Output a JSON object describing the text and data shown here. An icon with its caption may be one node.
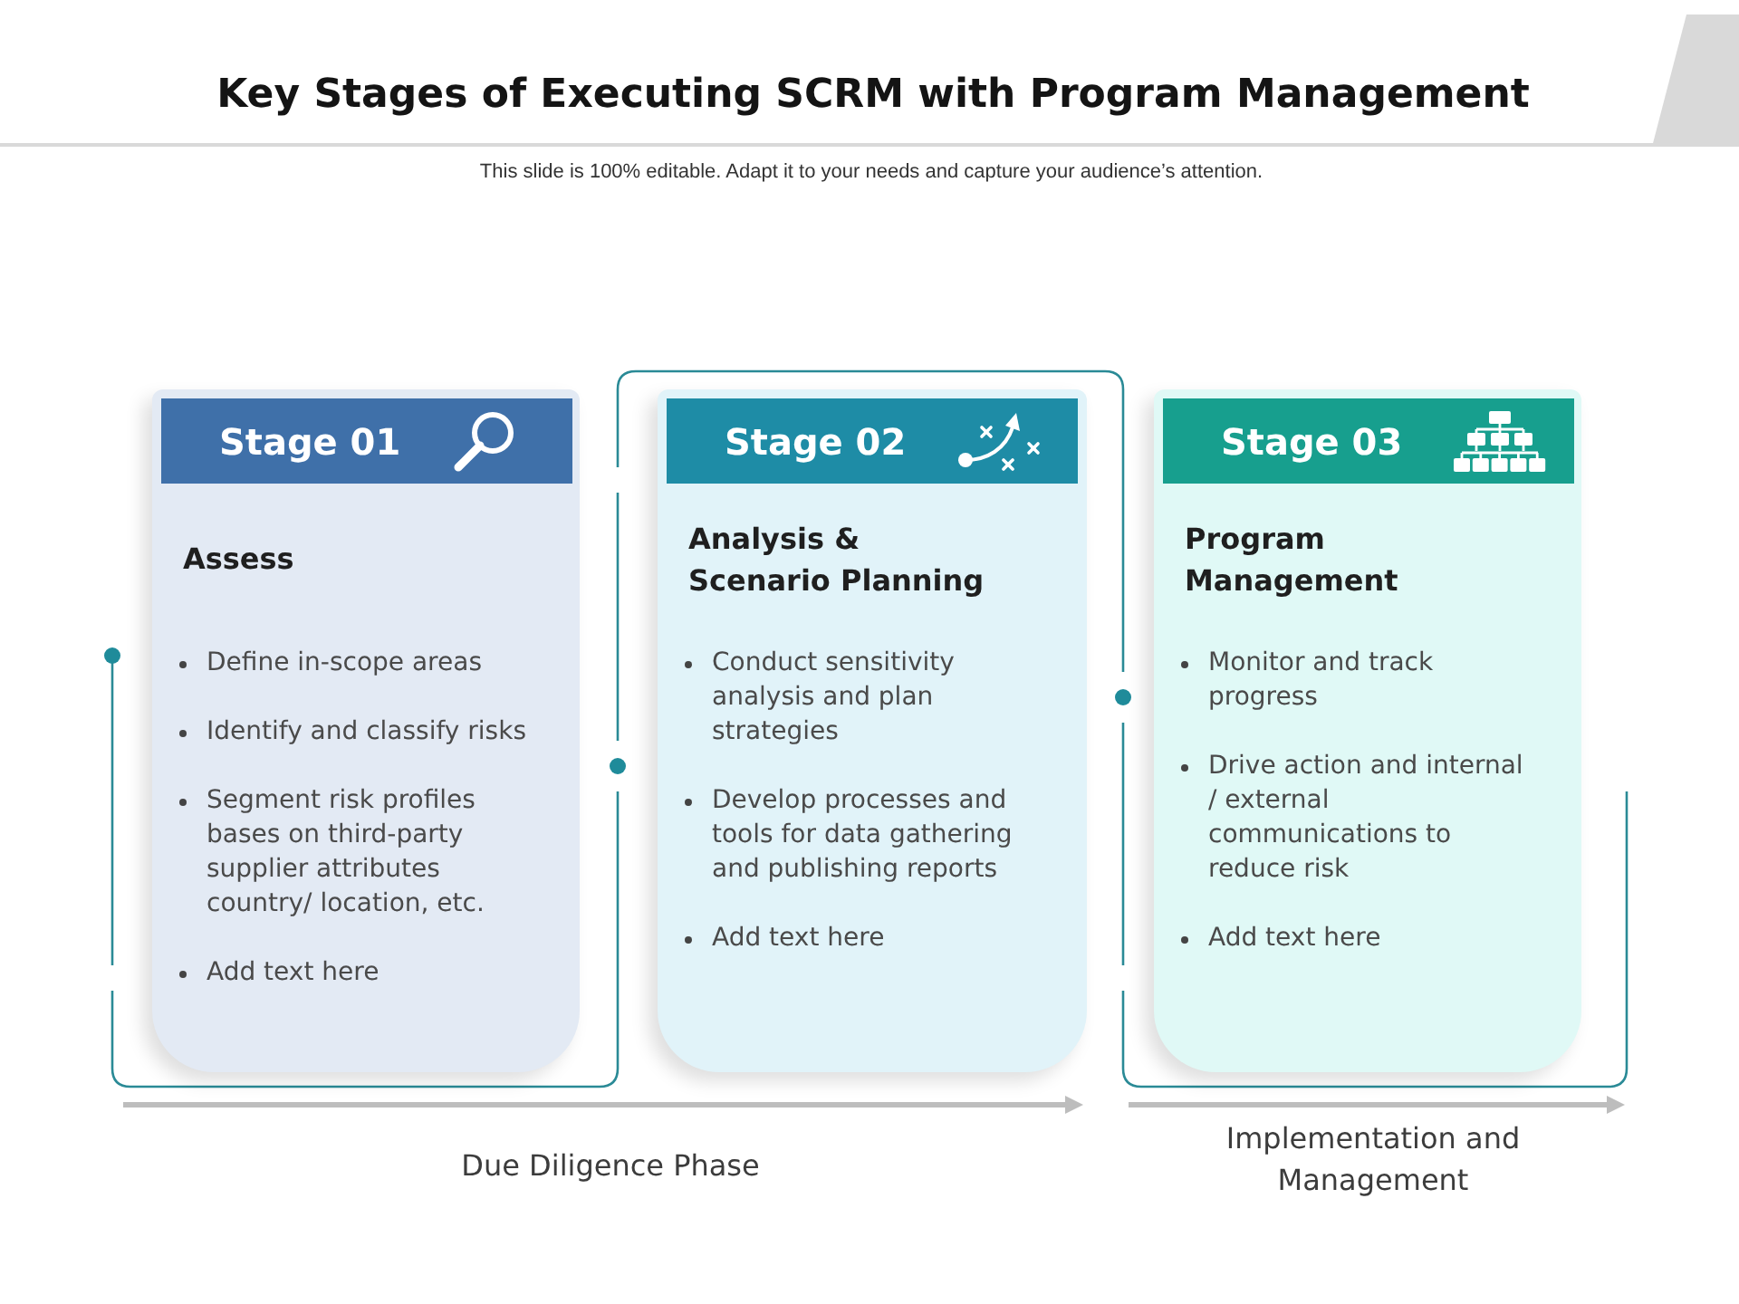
{
  "diagram": {
    "title": "Key Stages of Executing SCRM with Program Management",
    "nodes": [
      {
        "text": [
          "Assess",
          "Define in-scope areas",
          "Identify and classify risks",
          "Segment risk profiles bases on third-party supplier attributes country/ location, etc.",
          "Add text here"
        ]
      },
      {
        "text": [
          "Stage 01"
        ],
        "in": 0
      },
      {
        "text": [
          "Analysis & Scenario Planning",
          "Conduct sensitivity analysis and plan strategies",
          "Develop processes and tools for data gathering and publishing reports",
          "Add text here"
        ]
      },
      {
        "text": [
          "Stage 02"
        ],
        "in": 2
      },
      {
        "text": [
          "Program Management",
          "Monitor and track progress",
          "Drive action and internal / external communications to reduce risk",
          "Add text here"
        ]
      },
      {
        "text": [
          "Stage 03"
        ],
        "in": 4
      }
    ],
    "labels": [
      "This slide is 100% editable. Adapt it to your needs and capture your audience’s attention.",
      "Due Diligence Phase",
      "Implementation and Management"
    ]
  }
}
